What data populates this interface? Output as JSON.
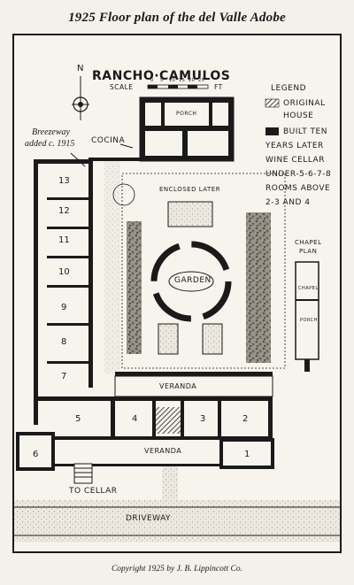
{
  "title": "1925 Floor plan of the del Valle Adobe",
  "plan_title": "RANCHO·CAMULOS",
  "north": "N",
  "scale": "SCALE",
  "scale_unit": "FT",
  "scale_ticks": [
    "0",
    "5",
    "10",
    "15",
    "20",
    "25"
  ],
  "breezeway_note": [
    "Breezeway",
    "added c. 1915"
  ],
  "cocina": "COCINA",
  "porch_top": "PORCH",
  "enclosed": "ENCLOSED LATER",
  "garden": "GARDEN",
  "veranda_inner": "VERANDA",
  "veranda_outer": "VERANDA",
  "to_cellar": "TO CELLAR",
  "driveway": "DRIVEWAY",
  "legend": {
    "title": "LEGEND",
    "items": [
      {
        "lines": [
          "ORIGINAL",
          "HOUSE"
        ]
      },
      {
        "lines": [
          "BUILT TEN",
          "YEARS LATER"
        ]
      }
    ],
    "notes": [
      "WINE CELLAR",
      "UNDER-5-6-7-8",
      "ROOMS ABOVE",
      "2-3 AND 4"
    ]
  },
  "chapel": {
    "title": [
      "CHAPEL",
      "PLAN"
    ],
    "room": "CHAPEL",
    "porch": "PORCH"
  },
  "rooms": [
    "1",
    "2",
    "3",
    "4",
    "5",
    "6",
    "7",
    "8",
    "9",
    "10",
    "11",
    "12",
    "13"
  ],
  "copyright": "Copyright 1925 by J. B. Lippincott Co."
}
